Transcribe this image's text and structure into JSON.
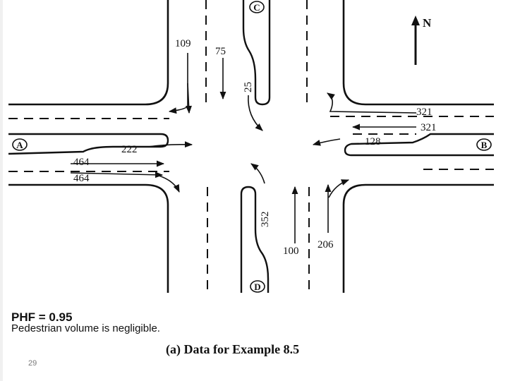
{
  "diagram": {
    "legs": [
      {
        "id": "north",
        "label": "C"
      },
      {
        "id": "east",
        "label": "B"
      },
      {
        "id": "south",
        "label": "D"
      },
      {
        "id": "west",
        "label": "A"
      }
    ],
    "north_arrow_label": "N",
    "volumes": {
      "southbound_right": "109",
      "southbound_through": "75",
      "southbound_left": "25",
      "westbound_through_1": "321",
      "westbound_through_2": "321",
      "westbound_left": "128",
      "eastbound_left": "222",
      "eastbound_through": "464",
      "eastbound_right": "464",
      "northbound_left": "352",
      "northbound_through": "100",
      "northbound_right": "206"
    }
  },
  "notes": {
    "phf": "PHF = 0.95",
    "pedestrian": "Pedestrian volume is negligible."
  },
  "caption": "(a) Data for Example 8.5",
  "page_number": "29"
}
